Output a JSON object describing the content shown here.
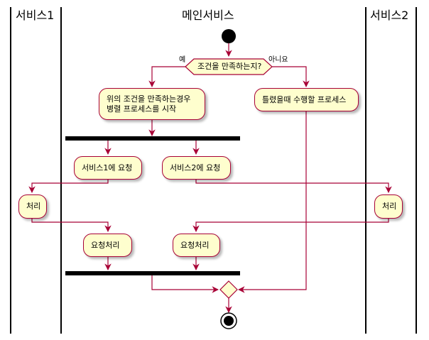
{
  "lanes": {
    "left": "서비스1",
    "center": "메인서비스",
    "right": "서비스2"
  },
  "decision": {
    "question": "조건을 만족하는지?",
    "yes_label": "예",
    "no_label": "아니요"
  },
  "activities": {
    "condition_true": "위의 조건을 만족하는경우\n병렬 프로세스를 시작",
    "condition_false": "틀렸을때 수행할 프로세스",
    "request_service1": "서비스1에 요청",
    "request_service2": "서비스2에 요청",
    "process_service1": "처리",
    "process_service2": "처리",
    "request_process_left": "요청처리",
    "request_process_right": "요청처리"
  },
  "colors": {
    "node_fill": "#FEFECE",
    "node_border": "#A80036",
    "arrow": "#A80036",
    "lane_line": "#000000",
    "bar": "#000000"
  }
}
